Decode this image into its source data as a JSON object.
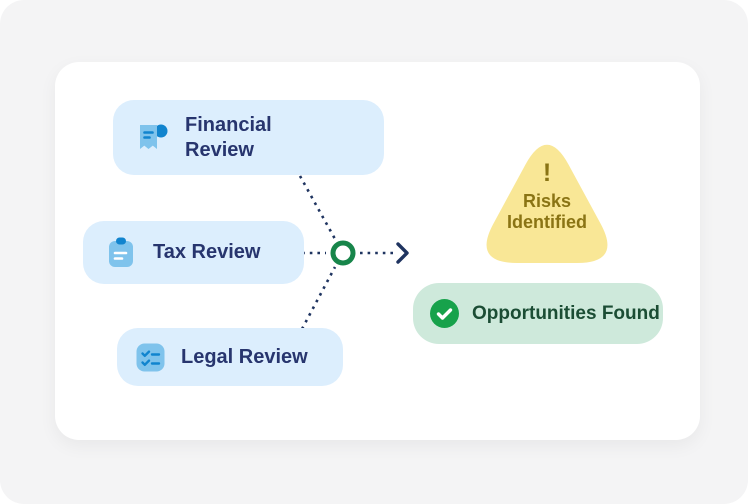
{
  "diagram": {
    "inputs": [
      {
        "label": "Financial Review",
        "icon": "receipt-icon"
      },
      {
        "label": "Tax Review",
        "icon": "clipboard-icon"
      },
      {
        "label": "Legal Review",
        "icon": "checklist-icon"
      }
    ],
    "merge_node": {
      "shape": "circle",
      "ring_color": "#17854A"
    },
    "outputs": {
      "risks": {
        "badge": "!",
        "label": "Risks Identified",
        "bg": "#F9E796",
        "text_color": "#8A7414"
      },
      "opportunities": {
        "label": "Opportunities Found",
        "icon": "check-icon",
        "bg": "#CEE9DB",
        "text_color": "#1B4D34"
      }
    },
    "colors": {
      "page_bg": "#F4F4F5",
      "card_bg": "#FFFFFF",
      "input_box_bg": "#DCEEFD",
      "input_text": "#27356E",
      "connector": "#1F3460",
      "icon_light_blue": "#7FC3EC",
      "icon_dark_blue": "#1184CE",
      "check_green": "#17A24B"
    }
  }
}
